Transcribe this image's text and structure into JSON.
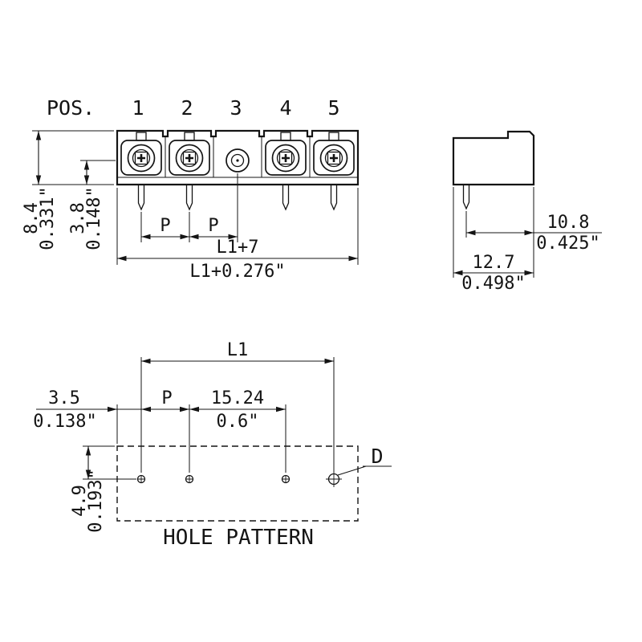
{
  "header": {
    "pos_label": "POS.",
    "positions": [
      "1",
      "2",
      "3",
      "4",
      "5"
    ]
  },
  "front_view": {
    "height_mm": "8.4",
    "height_in": "0.331\"",
    "center_offset_mm": "3.8",
    "center_offset_in": "0.148\"",
    "pitch_label_1": "P",
    "pitch_label_2": "P",
    "length_mm": "L1+7",
    "length_in": "L1+0.276\""
  },
  "side_view": {
    "pin_setback_mm": "10.8",
    "pin_setback_in": "0.425\"",
    "depth_mm": "12.7",
    "depth_in": "0.498\""
  },
  "hole_pattern": {
    "title": "HOLE PATTERN",
    "length_label": "L1",
    "edge_offset_mm": "3.5",
    "edge_offset_in": "0.138\"",
    "pitch_label": "P",
    "double_pitch_mm": "15.24",
    "double_pitch_in": "0.6\"",
    "row_offset_mm": "4.9",
    "row_offset_in": "0.193\"",
    "hole_dia_label": "D"
  },
  "colors": {
    "ink": "#141414",
    "background": "#ffffff"
  }
}
